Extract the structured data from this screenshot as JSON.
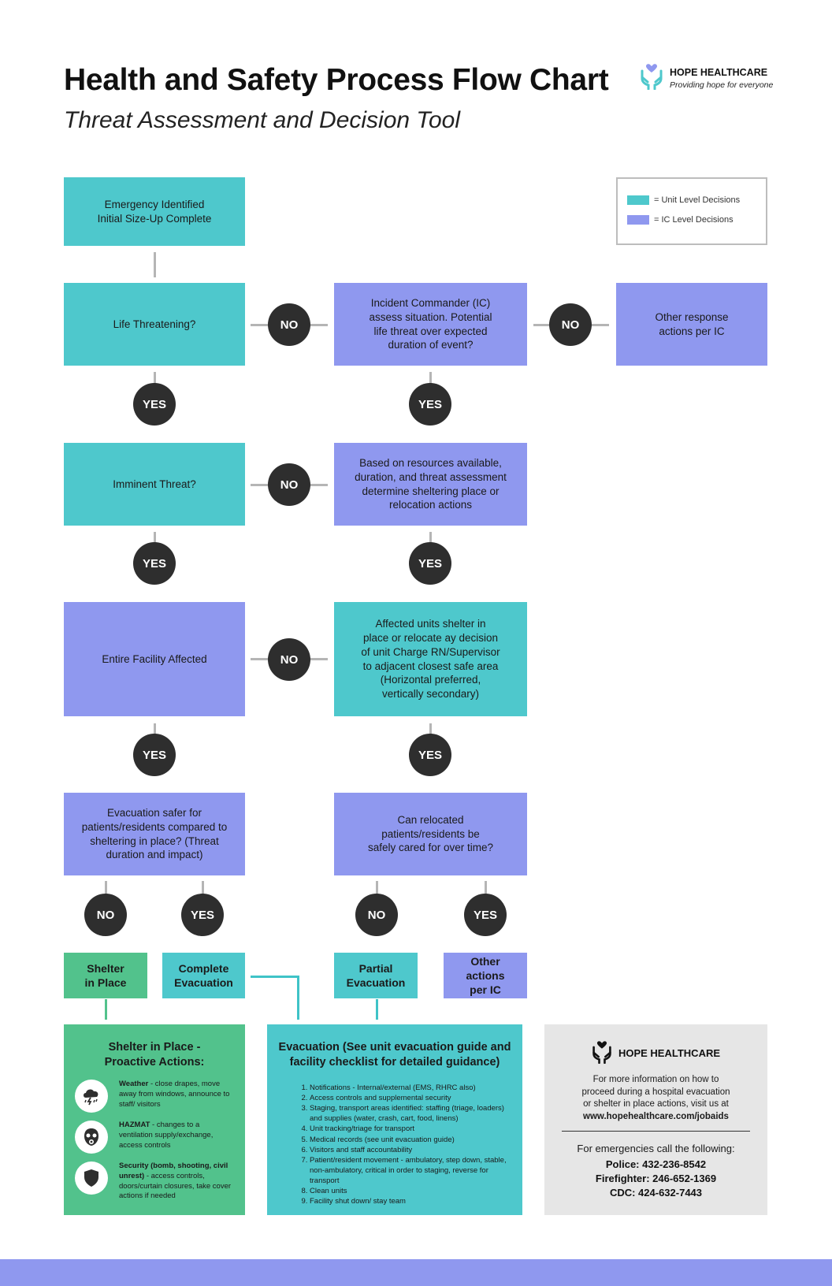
{
  "header": {
    "title": "Health and Safety Process Flow Chart",
    "subtitle": "Threat Assessment and Decision Tool"
  },
  "logo": {
    "name": "HOPE HEALTHCARE",
    "tagline": "Providing hope for everyone",
    "icon": "heart-hands-icon"
  },
  "legend": {
    "unit": "= Unit Level Decisions",
    "ic": "= IC Level Decisions"
  },
  "colors": {
    "unit_level": "#4ec8cc",
    "ic_level": "#8f98ef",
    "action": "#52c28c",
    "connector": "#b5b5b5",
    "circle": "#2e2e2e",
    "footer": "#8f98ef",
    "info_panel": "#e6e6e6"
  },
  "nodes": {
    "emergency": "Emergency Identified\nInitial Size-Up Complete",
    "life": "Life Threatening?",
    "ic_assess": "Incident Commander (IC)\nassess situation. Potential\nlife threat over expected\nduration of event?",
    "other_response": "Other response\nactions per IC",
    "imminent": "Imminent Threat?",
    "resources": "Based on resources available,\nduration, and threat assessment\ndetermine sheltering place or\nrelocation actions",
    "entire": "Entire Facility Affected",
    "affected_units": "Affected units shelter in\nplace or relocate ay decision\nof unit Charge RN/Supervisor\nto adjacent closest safe area\n(Horizontal preferred,\nvertically secondary)",
    "evac_safer": "Evacuation safer for\npatients/residents compared to\nsheltering in place? (Threat\nduration and impact)",
    "can_relocated": "Can relocated\npatients/residents be\nsafely cared for over time?",
    "shelter": "Shelter\nin Place",
    "complete_evac": "Complete\nEvacuation",
    "partial_evac": "Partial\nEvacuation",
    "other_actions": "Other actions\nper IC"
  },
  "labels": {
    "yes": "YES",
    "no": "NO"
  },
  "shelter_panel": {
    "title": "Shelter in Place -\nProactive Actions:",
    "items": [
      {
        "icon": "storm-cloud-icon",
        "head": "Weather",
        "text": " - close drapes, move away from windows, announce to staff/ visitors"
      },
      {
        "icon": "gas-mask-icon",
        "head": "HAZMAT",
        "text": " - changes to a ventilation supply/exchange, access controls"
      },
      {
        "icon": "shield-icon",
        "head": "Security (bomb, shooting, civil unrest)",
        "text": " - access controls, doors/curtain closures, take cover actions if needed"
      }
    ]
  },
  "evac_panel": {
    "title": "Evacuation (See unit evacuation guide and\nfacility checklist for detailed guidance)",
    "items": [
      "Notifications - Internal/external (EMS, RHRC also)",
      "Access controls and supplemental security",
      "Staging, transport areas identified: staffing (triage, loaders) and supplies (water, crash, cart, food, linens)",
      "Unit tracking/triage for transport",
      "Medical records (see unit evacuation guide)",
      "Visitors and staff accountability",
      "Patient/resident movement - ambulatory, step down, stable, non-ambulatory, critical in order to staging, reverse for transport",
      "Clean units",
      "Facility shut down/ stay team"
    ]
  },
  "info_panel": {
    "org": "HOPE HEALTHCARE",
    "text": "For more information on how to\nproceed during a hospital evacuation\nor shelter in place actions, visit us at",
    "url": "www.hopehealthcare.com/jobaids",
    "emergency_head": "For emergencies call the following:",
    "police": "Police: 432-236-8542",
    "fire": "Firefighter: 246-652-1369",
    "cdc": "CDC: 424-632-7443"
  }
}
